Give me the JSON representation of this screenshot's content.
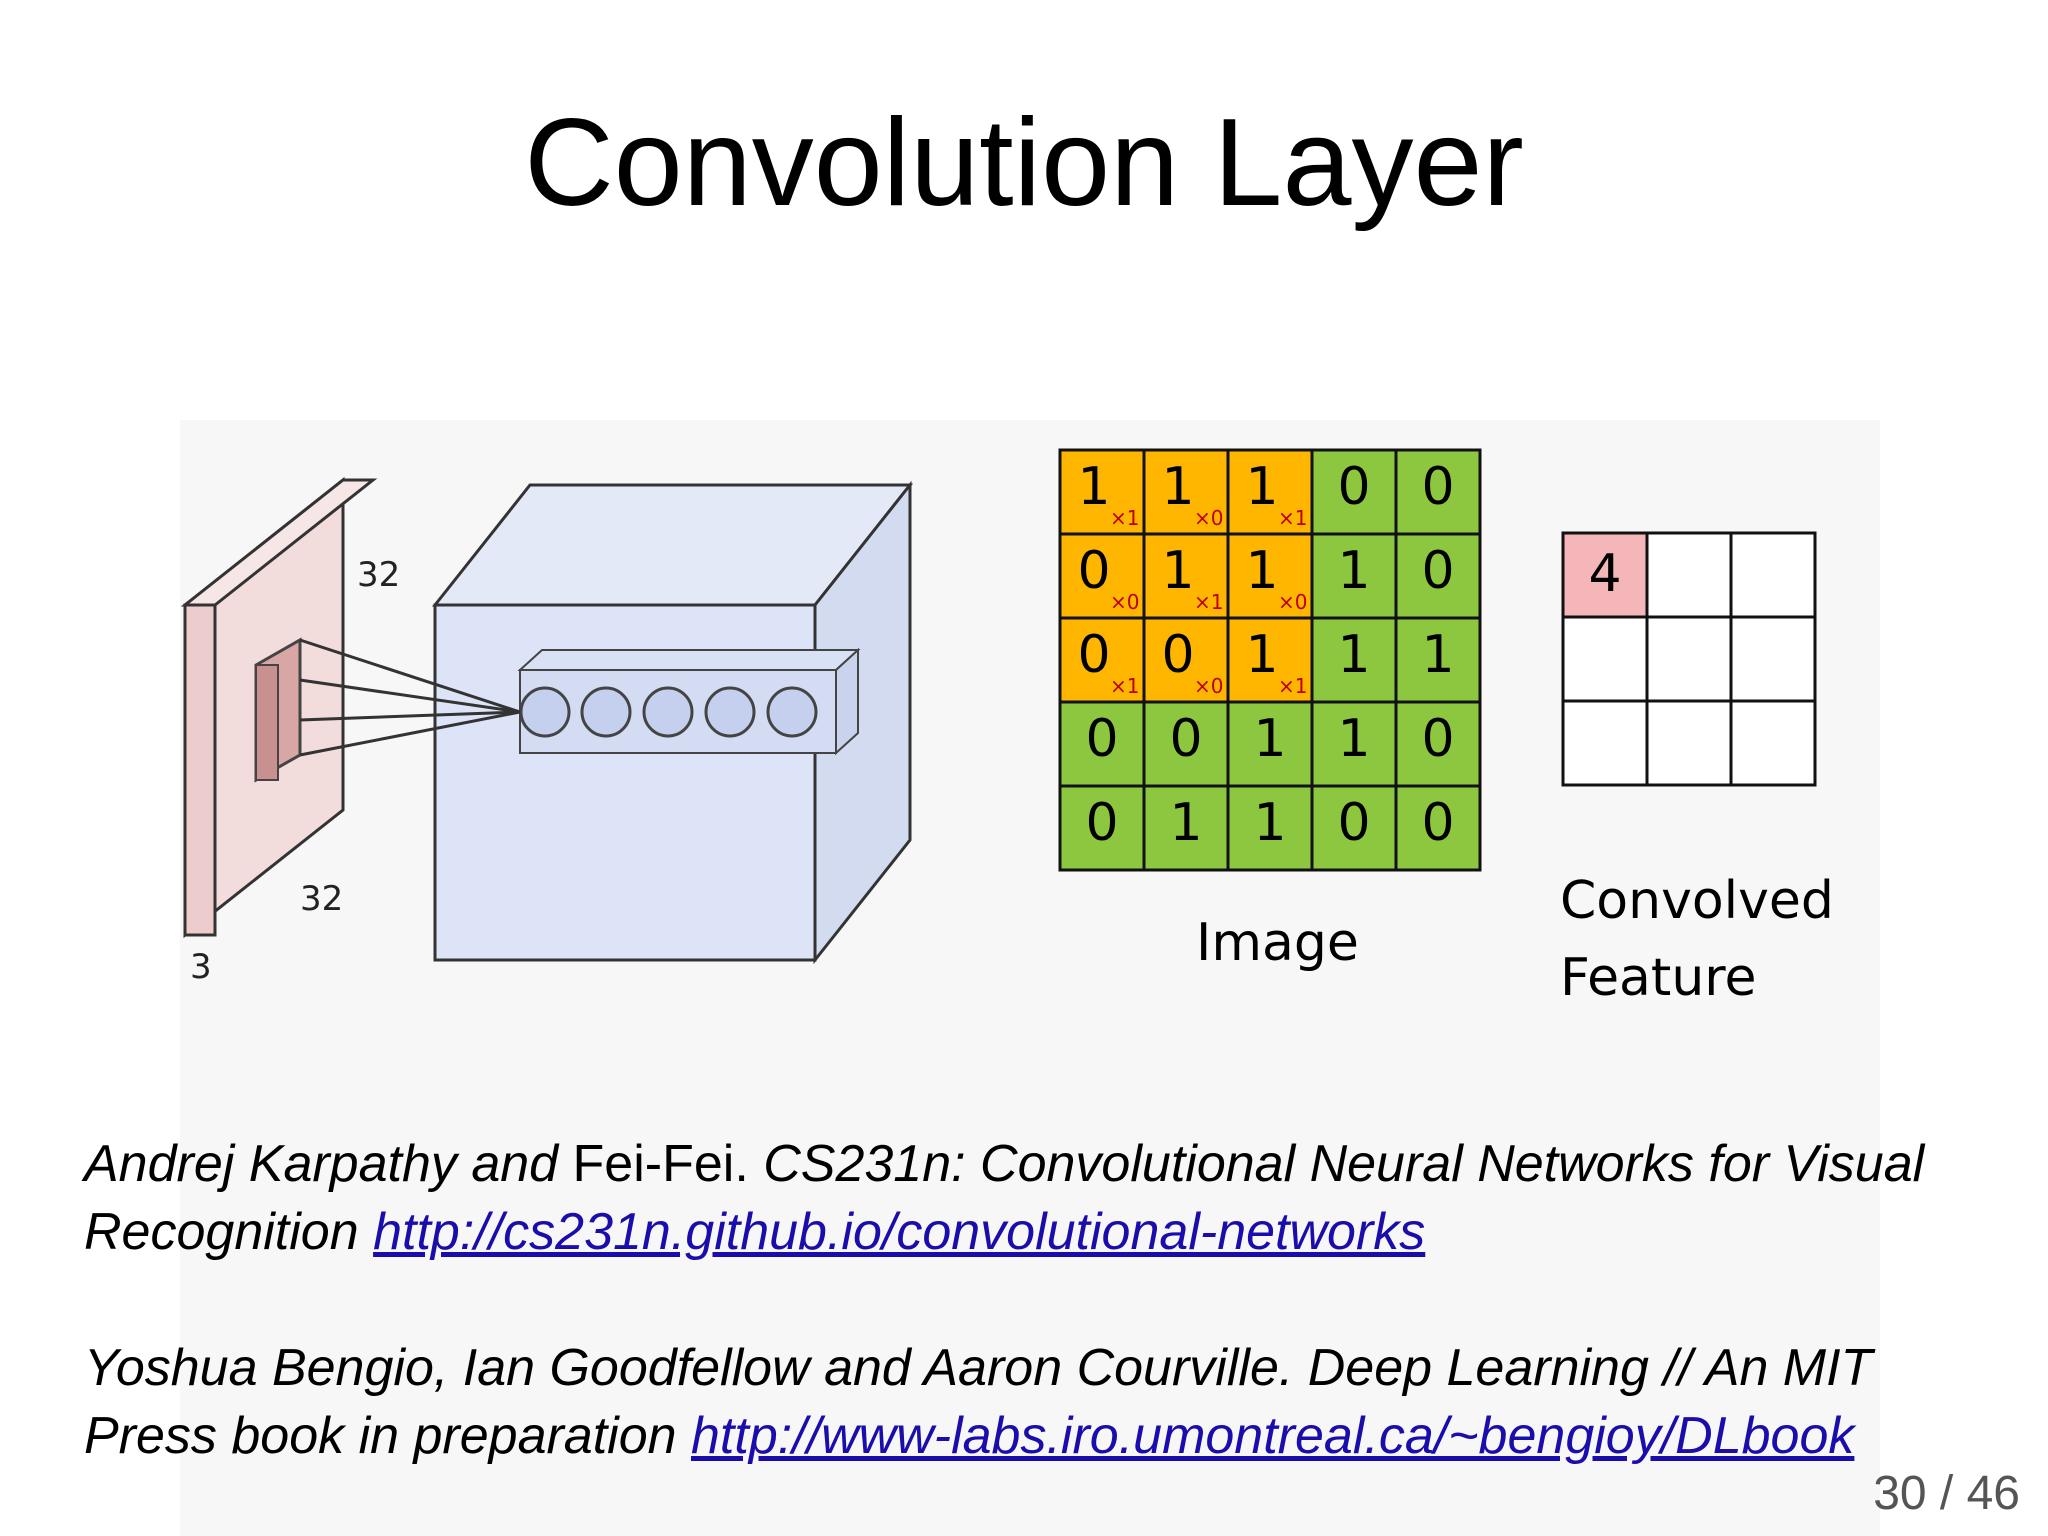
{
  "slide": {
    "title": "Convolution Layer",
    "page_number": "30 / 46"
  },
  "volume_diagram": {
    "height_label": "32",
    "width_label": "32",
    "depth_label": "3"
  },
  "convolution_demo": {
    "image_label": "Image",
    "feature_label_line1": "Convolved",
    "feature_label_line2": "Feature",
    "image_grid": [
      [
        "1",
        "1",
        "1",
        "0",
        "0"
      ],
      [
        "0",
        "1",
        "1",
        "1",
        "0"
      ],
      [
        "0",
        "0",
        "1",
        "1",
        "1"
      ],
      [
        "0",
        "0",
        "1",
        "1",
        "0"
      ],
      [
        "0",
        "1",
        "1",
        "0",
        "0"
      ]
    ],
    "kernel": [
      [
        "×1",
        "×0",
        "×1"
      ],
      [
        "×0",
        "×1",
        "×0"
      ],
      [
        "×1",
        "×0",
        "×1"
      ]
    ],
    "feature_grid": [
      [
        "4",
        "",
        ""
      ],
      [
        "",
        "",
        ""
      ],
      [
        "",
        "",
        ""
      ]
    ],
    "colors": {
      "window": "#ffb600",
      "image": "#8dc63f",
      "feature_active": "#f4b6b8",
      "kernel_text": "#c00000"
    }
  },
  "references": {
    "ref1": {
      "author_italic": "Andrej Karpathy and",
      "author_plain": " Fei-Fei.",
      "title_italic": " CS231n: Convolutional Neural Networks for Visual Recognition ",
      "link": "http://cs231n.github.io/convolutional-networks"
    },
    "ref2": {
      "text_italic": "Yoshua Bengio, Ian Goodfellow and Aaron Courville. Deep Learning // An MIT Press book in preparation ",
      "link": "http://www-labs.iro.umontreal.ca/~bengioy/DLbook"
    }
  }
}
